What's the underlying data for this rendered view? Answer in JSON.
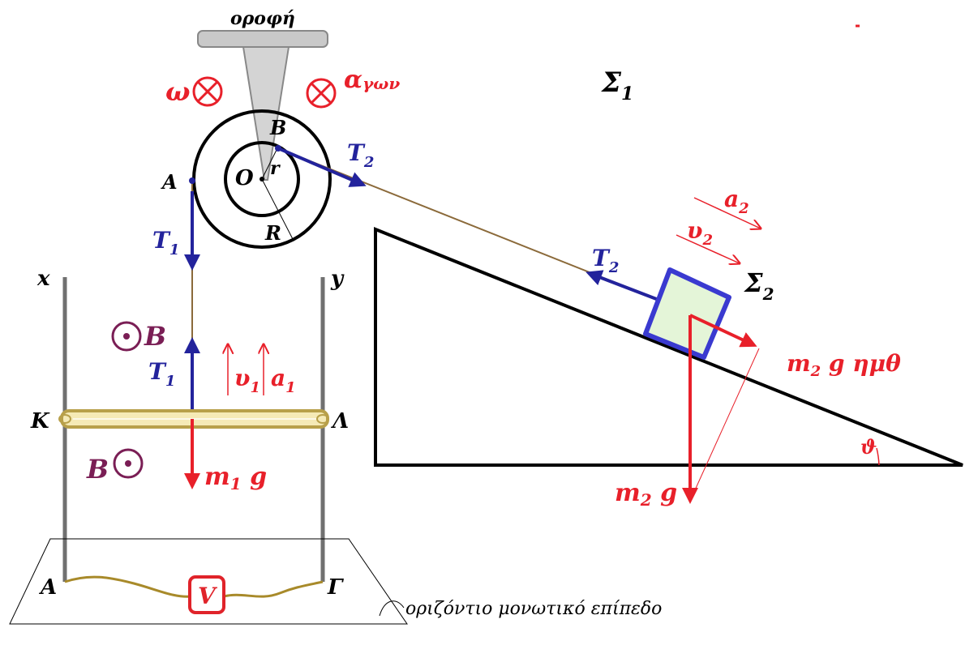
{
  "colors": {
    "red": "#e8202a",
    "blue": "#23239c",
    "purple": "#7a1e55",
    "rope": "#8b6a3a",
    "rail": "#707070",
    "rod_fill": "#f5eab6",
    "rod_stroke": "#b8a04a",
    "block_fill": "#e4f5d8",
    "block_stroke": "#3a3ad0",
    "wire": "#a88a2a",
    "voltmeter": "#e0232a",
    "mount": "#c9c9c9"
  },
  "labels": {
    "ceiling": "οροφή",
    "omega": "ω",
    "a_ang": "αγων",
    "a_ang_base": "α",
    "a_ang_sub": "γων",
    "sigma1_base": "Σ",
    "sigma1_sub": "1",
    "sigma2_base": "Σ",
    "sigma2_sub": "2",
    "point_B": "B",
    "point_O": "O",
    "r": "r",
    "R": "R",
    "point_A": "A",
    "T2_base": "T",
    "T2_sub": "2",
    "T1_base": "T",
    "T1_sub": "1",
    "a2_base": "a",
    "a2_sub": "2",
    "v2_base": "υ",
    "v2_sub": "2",
    "x": "x",
    "y": "y",
    "field_B": "B",
    "v1_base": "υ",
    "v1_sub": "1",
    "a1_base": "a",
    "a1_sub": "1",
    "K": "K",
    "Lambda": "Λ",
    "m1g_m": "m",
    "m1g_sub": "1",
    "m1g_g": "g",
    "m2g_sinth_m": "m",
    "m2g_sinth_sub": "2",
    "m2g_sinth_rest": "g ημθ",
    "m2g_m": "m",
    "m2g_sub": "2",
    "m2g_g": "g",
    "theta": "ϑ",
    "A_bottom": "A",
    "Gamma": "Γ",
    "V": "V",
    "plane_label": "οριζόντιο μονωτικό επίπεδο"
  },
  "icons": {
    "omega_dir": "into-page-icon",
    "a_ang_dir": "into-page-icon",
    "field_upper": "out-of-page-icon",
    "field_lower": "out-of-page-icon"
  }
}
